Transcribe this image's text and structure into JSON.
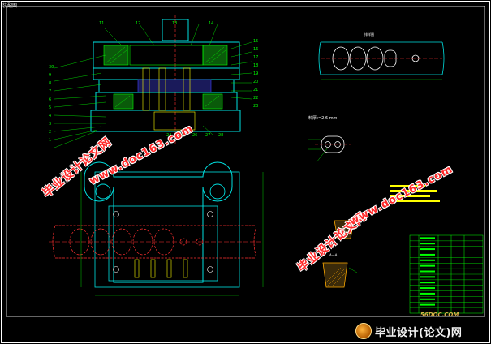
{
  "title_block_label": "装配图",
  "scale_note": "料厚t=2.6 mm",
  "view_label_strip": "排样图",
  "view_label_detail": "A—A",
  "brand": {
    "text": "毕业设计(论文)网",
    "url": "56DOC.COM",
    "logo_icon": "disc-logo-icon"
  },
  "watermarks": [
    {
      "text": "毕业设计论文网",
      "kind": "cn"
    },
    {
      "text": "www.doc163.com",
      "kind": "url"
    },
    {
      "text": "毕业设计论文网",
      "kind": "cn"
    },
    {
      "text": "www.doc163.com",
      "kind": "url"
    }
  ],
  "callouts_left": [
    "30",
    "9",
    "8",
    "7",
    "6",
    "5",
    "4",
    "3",
    "2",
    "1"
  ],
  "callouts_right": [
    "15",
    "16",
    "17",
    "18",
    "19",
    "20",
    "21",
    "22",
    "23"
  ],
  "callouts_top": [
    "11",
    "12",
    "13",
    "14"
  ],
  "callouts_bottom": [
    "24",
    "25",
    "26",
    "27",
    "28"
  ],
  "colors": {
    "background": "#000000",
    "frame": "#ffffff",
    "outline": "#00e0e0",
    "section": "#00ff00",
    "centerline": "#ff2020",
    "dimension": "#00ff00",
    "watermark": "#ff2a2a",
    "hatch": "#ffff00"
  }
}
